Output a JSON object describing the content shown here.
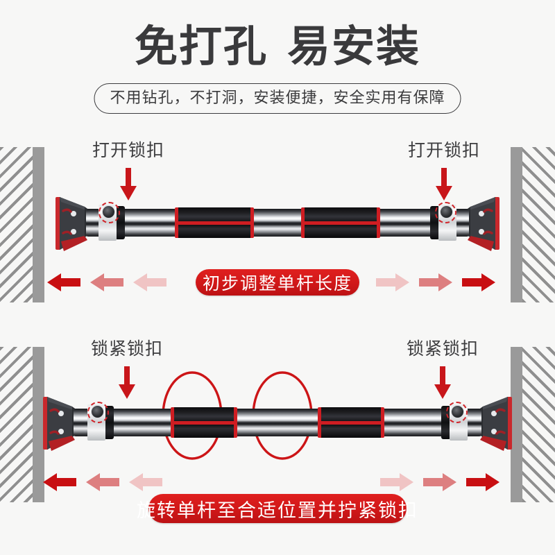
{
  "header": {
    "title_part1": "免打孔",
    "title_part2": "易安装",
    "subtitle": "不用钻孔，不打洞，安装便捷，安全实用有保障"
  },
  "colors": {
    "background": "#f7f7f6",
    "title_text": "#3a3a3c",
    "accent_red": "#cf1d22",
    "banner_red": "#d01718",
    "arrow_red_strong": "#c80f12",
    "arrow_red_mid": "#dd7f80",
    "arrow_red_light": "#f0c4c4",
    "wall_gray": "#9a9a9a",
    "hatch_gray": "#8f8f8f",
    "bracket_dark": "#3b3d42"
  },
  "steps": [
    {
      "id": "step-1",
      "label_left": "打开锁扣",
      "label_right": "打开锁扣",
      "banner": "初步调整单杆长度",
      "slide_arrows_left": [
        "strong",
        "mid",
        "light"
      ],
      "slide_arrows_right": [
        "light",
        "mid",
        "strong"
      ],
      "rotation_arrows": 0
    },
    {
      "id": "step-2",
      "label_left": "锁紧锁扣",
      "label_right": "锁紧锁扣",
      "banner": "旋转单杆至合适位置并拧紧锁扣",
      "slide_arrows_left": [
        "strong",
        "mid",
        "light"
      ],
      "slide_arrows_right": [
        "light",
        "mid",
        "strong"
      ],
      "rotation_arrows": 2
    }
  ],
  "product": {
    "name": "门上单杆 / 免打孔单杠",
    "parts": {
      "wall_bracket": "wall-bracket",
      "lock_collar": "lock-collar",
      "foam_grip": "foam-grip",
      "steel_shaft": "steel-shaft"
    }
  }
}
